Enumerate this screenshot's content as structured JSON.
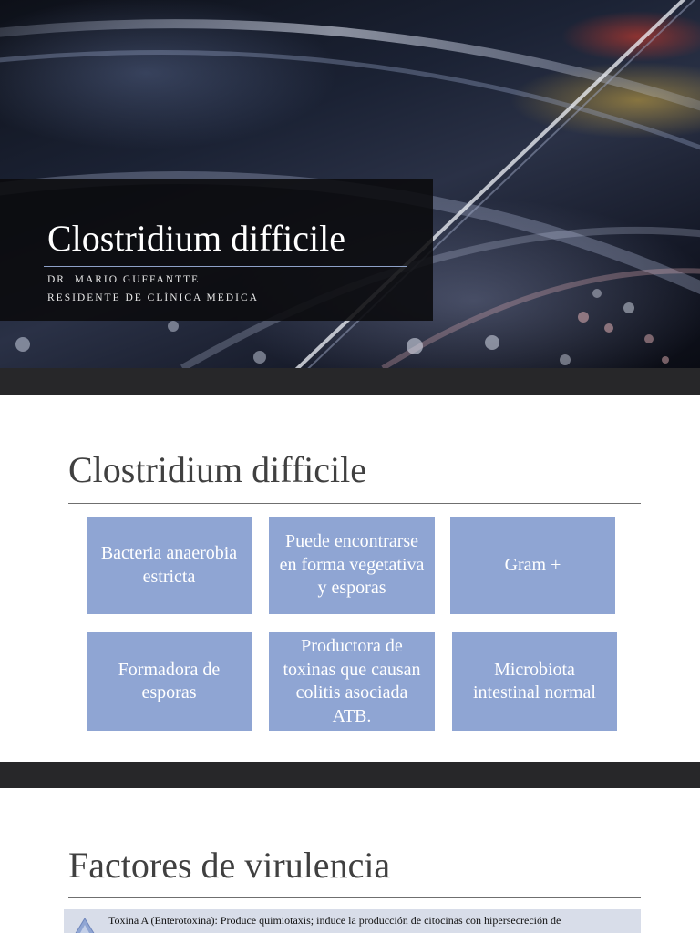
{
  "cover": {
    "title": "Clostridium difficile",
    "author": "DR. MARIO GUFFANTTE",
    "role": "RESIDENTE DE CLÍNICA MEDICA"
  },
  "slide2": {
    "title": "Clostridium difficile",
    "cards": [
      "Bacteria anaerobia estricta",
      "Puede encontrarse en forma vegetativa y esporas",
      "Gram +",
      "Formadora de esporas",
      "Productora de toxinas que causan colitis asociada ATB.",
      "Microbiota intestinal normal"
    ]
  },
  "slide3": {
    "title": "Factores de virulencia",
    "callout_text": "Toxina A (Enterotoxina): Produce quimiotaxis; induce la producción de citocinas con hipersecreción de"
  },
  "colors": {
    "card_fill": "#8fa5d3",
    "band": "#272729",
    "title_rule": "#8ea1c8",
    "callout_fill": "#d8dde9"
  }
}
